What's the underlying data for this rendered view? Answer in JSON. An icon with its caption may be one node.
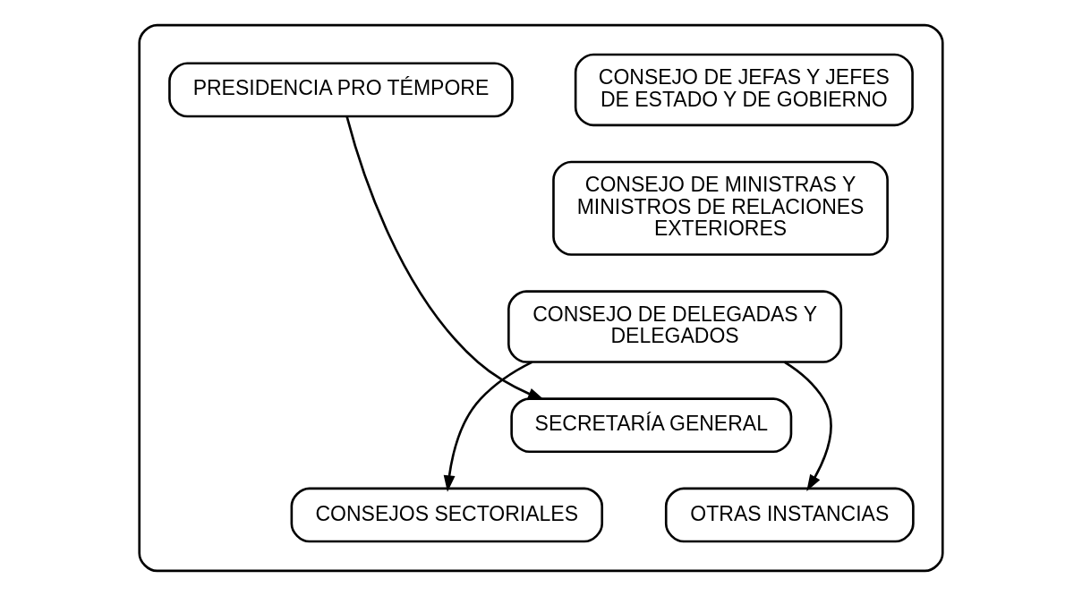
{
  "diagram": {
    "nodes": [
      {
        "text": [],
        "shape": "box"
      },
      {
        "text": [
          "CONSEJO DE JEFAS Y JEFES DE ESTADO Y DE GOBIERNO"
        ],
        "in": 0
      },
      {
        "text": [
          "PRESIDENCIA PRO TÉMPORE"
        ],
        "in": 0
      },
      {
        "text": [
          "CONSEJO DE MINISTRAS Y MINISTROS DE RELACIONES EXTERIORES"
        ],
        "in": 0
      },
      {
        "text": [
          "CONSEJO DE DELEGADAS Y DELEGADOS"
        ],
        "in": 0
      },
      {
        "text": [
          "SECRETARÍA GENERAL"
        ],
        "in": 0
      },
      {
        "text": [
          "CONSEJOS SECTORIALES"
        ],
        "in": 0
      },
      {
        "text": [
          "OTRAS INSTANCIAS"
        ],
        "in": 0
      }
    ],
    "edges": [
      {
        "from": 4,
        "to": 6,
        "arrow": "to"
      },
      {
        "from": 4,
        "to": 7,
        "arrow": "to"
      },
      {
        "from": 2,
        "to": 5,
        "arrow": "to"
      }
    ]
  }
}
